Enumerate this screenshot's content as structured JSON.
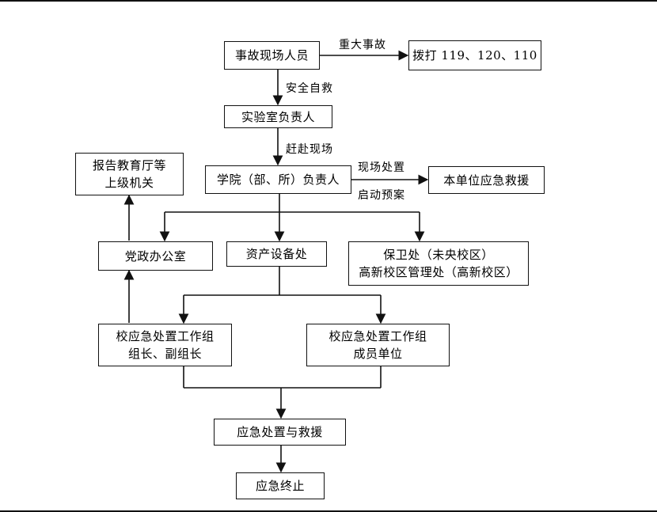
{
  "nodes": {
    "on_site": "事故现场人员",
    "call": "拨打 119、120、110",
    "lab_head": "实验室负责人",
    "college_head": "学院（部、所）负责人",
    "unit_rescue": "本单位应急救援",
    "report_line1": "报告教育厅等",
    "report_line2": "上级机关",
    "party_office": "党政办公室",
    "asset_dept": "资产设备处",
    "security_line1": "保卫处（未央校区）",
    "security_line2": "高新校区管理处（高新校区）",
    "group_leader_line1": "校应急处置工作组",
    "group_leader_line2": "组长、副组长",
    "group_member_line1": "校应急处置工作组",
    "group_member_line2": "成员单位",
    "emergency_rescue": "应急处置与救援",
    "emergency_end": "应急终止"
  },
  "edge_labels": {
    "major_accident": "重大事故",
    "self_rescue": "安全自救",
    "rush_to_site": "赶赴现场",
    "on_site_handling": "现场处置",
    "start_plan": "启动预案"
  }
}
